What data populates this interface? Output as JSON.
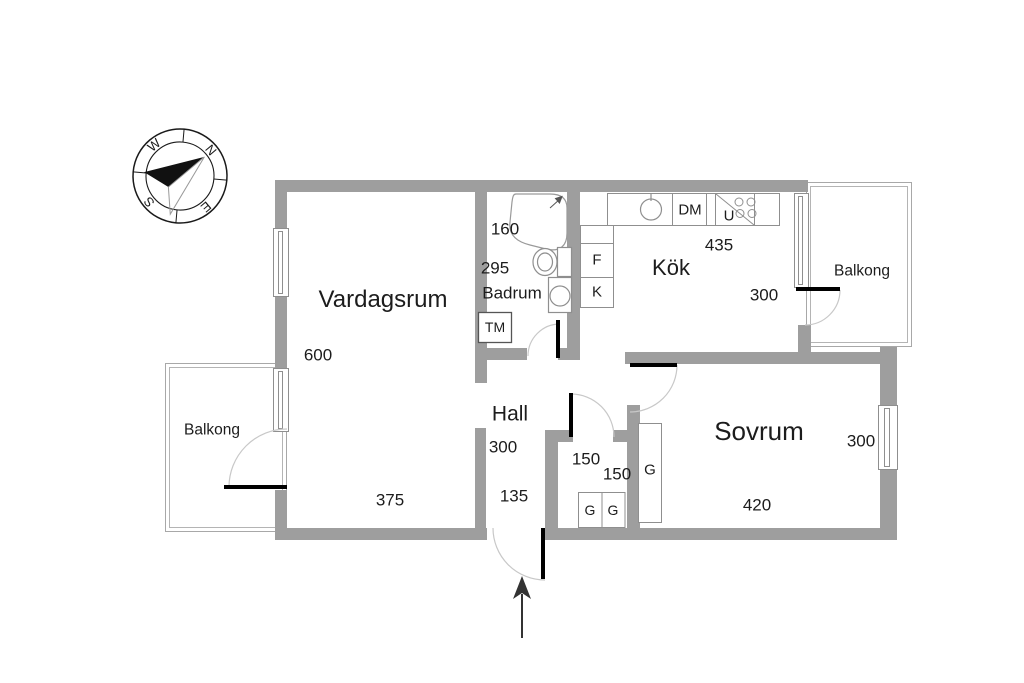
{
  "compass": {
    "n": "N",
    "e": "E",
    "s": "S",
    "w": "W"
  },
  "rooms": {
    "vardagsrum": {
      "name": "Vardagsrum",
      "dims": [
        "600",
        "375"
      ]
    },
    "badrum": {
      "name": "Badrum",
      "dims": [
        "160",
        "295"
      ]
    },
    "kok": {
      "name": "Kök",
      "dims": [
        "435",
        "300"
      ]
    },
    "hall": {
      "name": "Hall",
      "dims": [
        "300",
        "135"
      ]
    },
    "sovrum": {
      "name": "Sovrum",
      "dims": [
        "300",
        "420"
      ]
    },
    "kladkammare": {
      "dims": [
        "150",
        "150"
      ]
    },
    "balkong_top_right": {
      "name": "Balkong"
    },
    "balkong_left": {
      "name": "Balkong"
    }
  },
  "fixtures": {
    "washing_machine": "TM",
    "freezer": "F",
    "fridge": "K",
    "dishwasher": "DM",
    "oven": "U",
    "wardrobe_1": "G",
    "wardrobe_2": "G",
    "wardrobe_3": "G"
  },
  "colors": {
    "wall": "#9e9e9e",
    "door_leaf": "#000000",
    "swing_arc": "#c8c8c8",
    "outline": "#8f8f8f",
    "text": "#1c1c1c"
  }
}
